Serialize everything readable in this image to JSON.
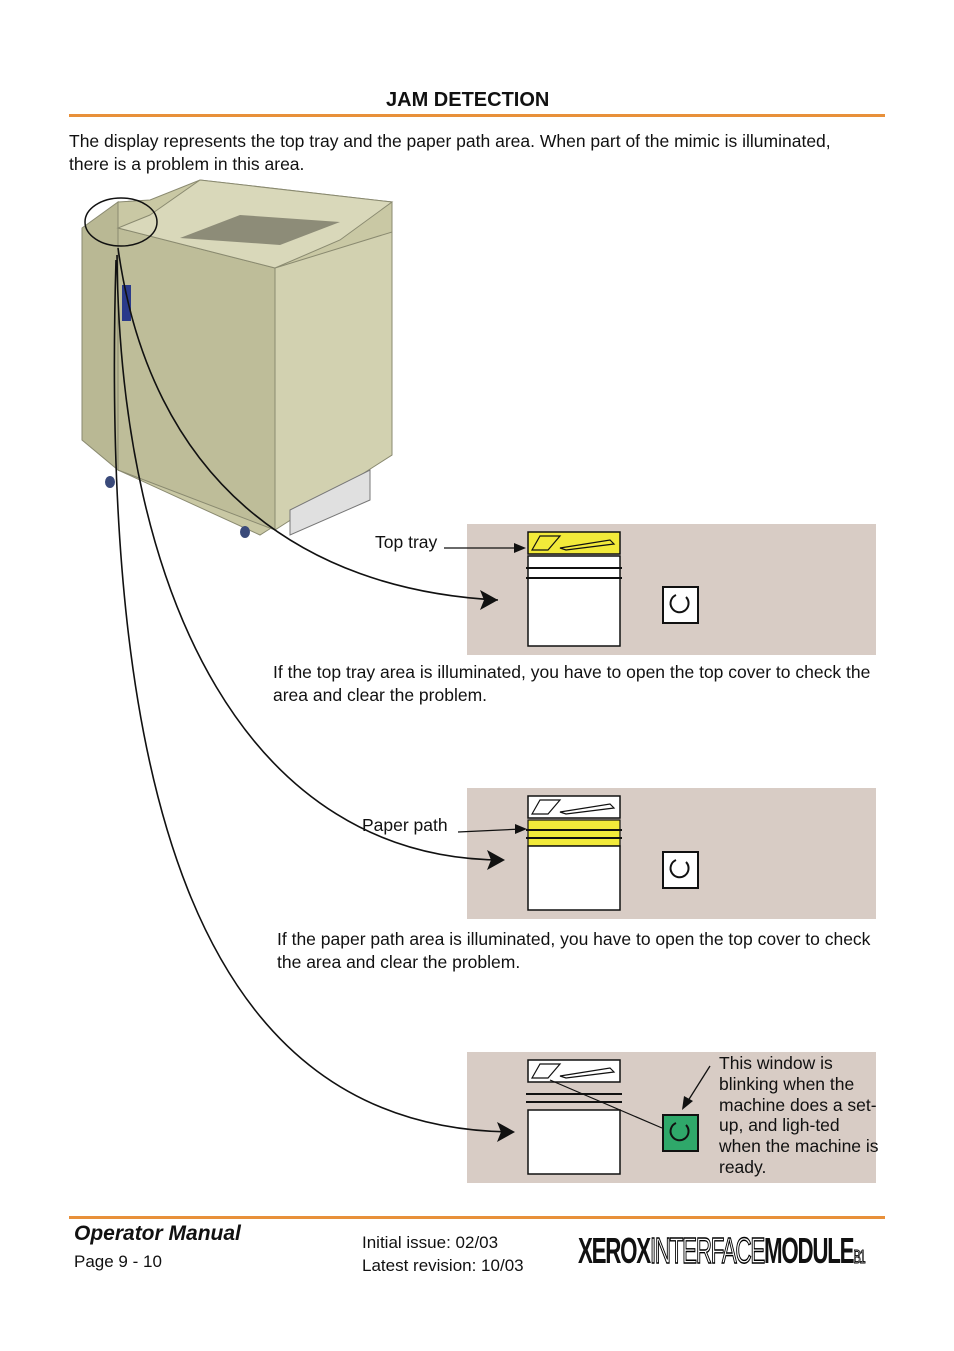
{
  "header": {
    "title": "JAM DETECTION"
  },
  "intro": "The display represents the top tray and the paper path area. When part of the mimic is illuminated, there is a problem in this area.",
  "panels": [
    {
      "label": "Top tray",
      "caption": "If the top tray area is illuminated, you have to open the top cover to check the area and clear the problem."
    },
    {
      "label": "Paper path",
      "caption": "If the paper path area is illuminated, you have to open the top cover to check the area and clear the problem."
    },
    {
      "note": "This window is blinking when the machine does a set-up, and ligh-ted when the machine is ready."
    }
  ],
  "footer": {
    "manual": "Operator Manual",
    "page": "Page 9 - 10",
    "initial_issue": "Initial issue: 02/03",
    "latest_revision": "Latest revision: 10/03",
    "logo": {
      "part1": "XEROX",
      "part2": "INTERFACE",
      "part3": "MODULE",
      "suffix": "B1"
    }
  },
  "colors": {
    "accent": "#e8903a",
    "panel": "#d8ccc5",
    "highlight": "#f2ea3a",
    "ready": "#2fa86a",
    "machine": "#c9c8a4"
  }
}
